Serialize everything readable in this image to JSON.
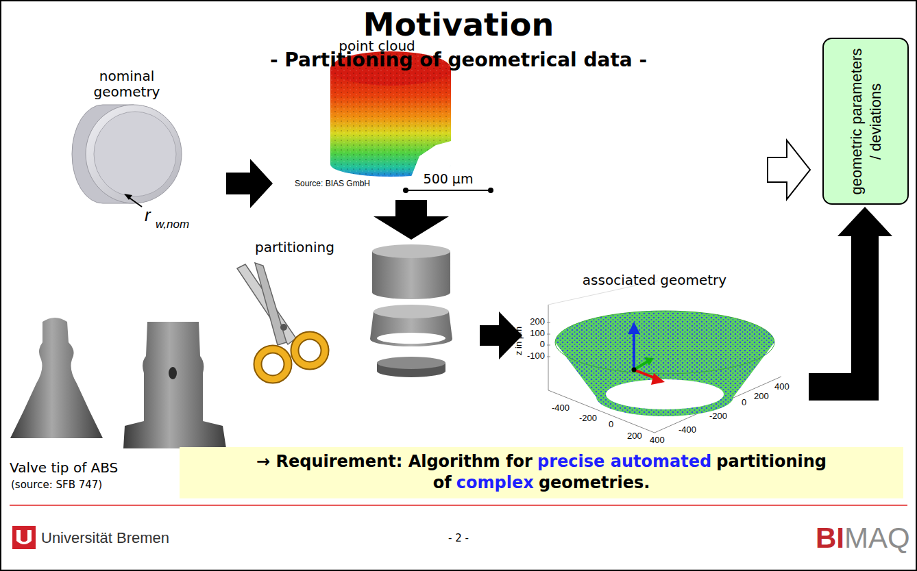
{
  "diagram": {
    "title": "Motivation",
    "nodes": [
      {
        "text": [
          "geometric parameters / deviations"
        ]
      },
      {
        "text": [
          "→ Requirement: Algorithm for",
          "precise automated",
          "partitioning",
          "of",
          "complex",
          "geometries."
        ]
      }
    ],
    "labels": [
      "- Partitioning of geometrical data -",
      "nominal geometry",
      "r",
      "w,nom",
      "point cloud",
      "Source: BIAS GmbH",
      "500 µm",
      "partitioning",
      "associated geometry",
      "z in µm",
      "200",
      "100",
      "0",
      "-100",
      "-400",
      "-200",
      "0",
      "200",
      "400",
      "-400",
      "-200",
      "0",
      "200",
      "400",
      "Valve tip of ABS",
      "(source: SFB 747)",
      "Universität Bremen",
      "- 2 -",
      "BI",
      "MAQ"
    ]
  }
}
